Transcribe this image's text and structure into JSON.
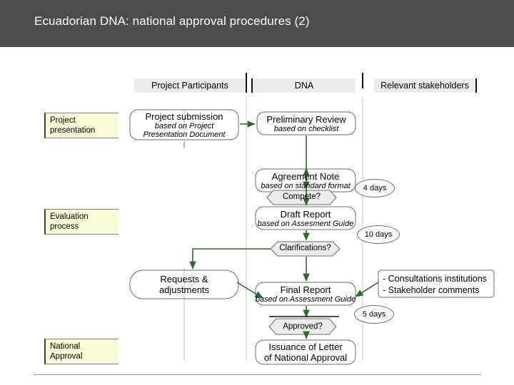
{
  "slide": {
    "title": "Ecuadorian DNA: national approval procedures (2)",
    "title_bar_color": "#4d4d4d",
    "background_color": "#ffffff",
    "arrow_color": "#2f6b2f",
    "header_fill": "#ececec",
    "phase_fill": "#fbfbd8"
  },
  "columns": [
    {
      "label": "Project Participants"
    },
    {
      "label": "DNA"
    },
    {
      "label": "Relevant stakeholders"
    }
  ],
  "phases": [
    {
      "line1": "Project",
      "line2": "presentation"
    },
    {
      "line1": "Evaluation",
      "line2": "process"
    },
    {
      "line1": "National",
      "line2": "Approval"
    }
  ],
  "nodes": {
    "project_submission": {
      "main": "Project submission",
      "sub1": "based on Project",
      "sub2": "Presentation Document"
    },
    "preliminary_review": {
      "main": "Preliminary Review",
      "sub1": "based on checklist"
    },
    "compete": {
      "label": "Compete?"
    },
    "agreement_note": {
      "main": "Agreement Note",
      "sub1": "based on standard format"
    },
    "draft_report": {
      "main": "Draft Report",
      "sub1": "based on Assesment Guide"
    },
    "clarifications": {
      "label": "Clarifications?"
    },
    "requests_adjustments": {
      "main1": "Requests &",
      "main2": "adjustments"
    },
    "consultations": {
      "line1": "- Consultations institutions",
      "line2": "- Stakeholder comments"
    },
    "final_report": {
      "main": "Final Report",
      "sub1": "based on Assessment Guide"
    },
    "approved": {
      "label": "Approved?"
    },
    "issuance": {
      "main1": "Issuance of Letter",
      "main2": "of National Approval"
    }
  },
  "durations": [
    {
      "label": "4 days"
    },
    {
      "label": "10 days"
    },
    {
      "label": "5 days"
    }
  ]
}
